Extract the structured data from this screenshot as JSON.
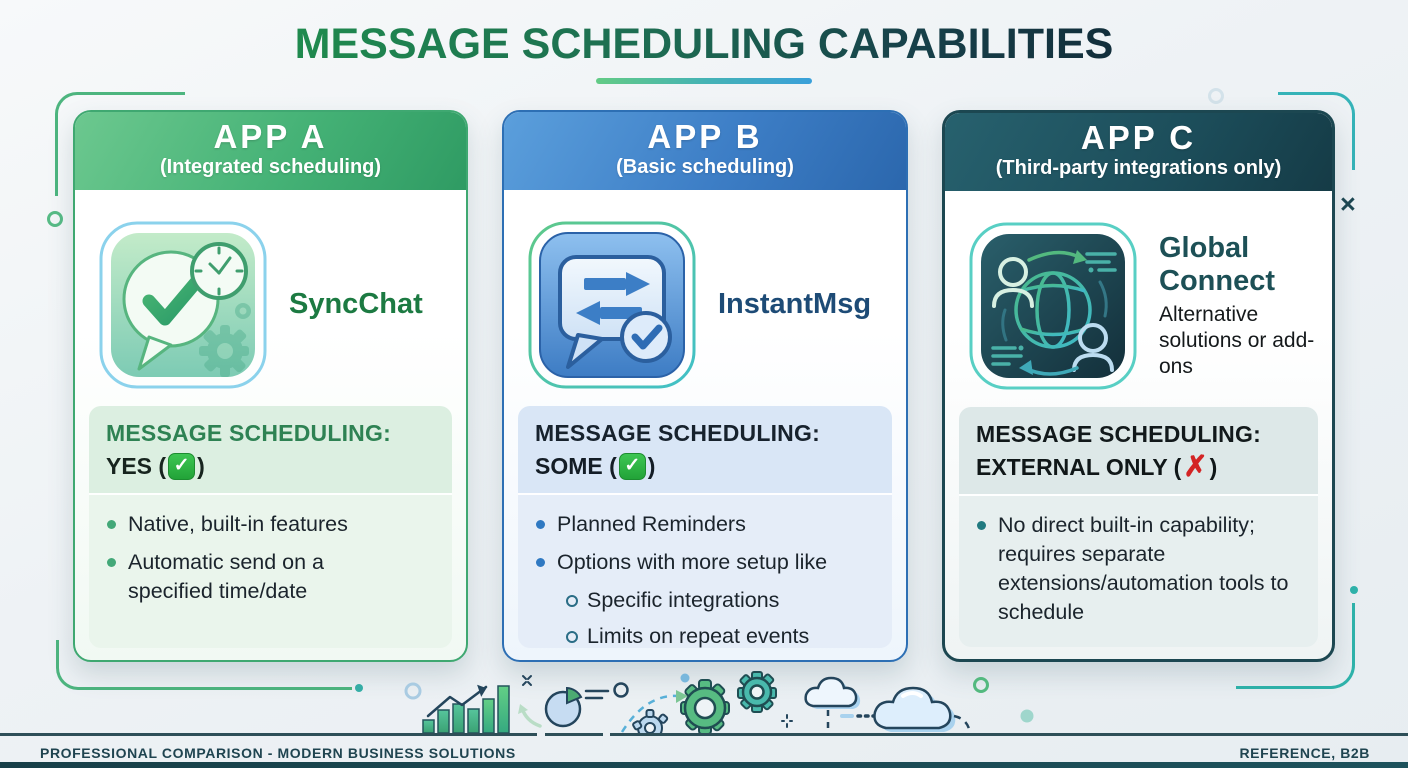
{
  "title": "MESSAGE SCHEDULING CAPABILITIES",
  "decor": {
    "close_mark": "×"
  },
  "cards": [
    {
      "header_title": "APP A",
      "header_subtitle": "(Integrated scheduling)",
      "app_name": "SyncChat",
      "feature_label": "MESSAGE SCHEDULING:",
      "feature_value": "YES (",
      "feature_value_close": ")",
      "mark": "✓",
      "bullets": [
        {
          "text": "Native, built-in features",
          "level": 1
        },
        {
          "text": "Automatic send on a specified time/date",
          "level": 1
        }
      ]
    },
    {
      "header_title": "APP B",
      "header_subtitle": "(Basic scheduling)",
      "app_name": "InstantMsg",
      "feature_label": "MESSAGE SCHEDULING:",
      "feature_value": "SOME (",
      "feature_value_close": ")",
      "mark": "✓",
      "bullets": [
        {
          "text": "Planned Reminders",
          "level": 1
        },
        {
          "text": "Options with more setup like",
          "level": 1
        },
        {
          "text": "Specific integrations",
          "level": 2
        },
        {
          "text": "Limits on repeat events",
          "level": 2
        }
      ]
    },
    {
      "header_title": "APP C",
      "header_subtitle": "(Third-party integrations only)",
      "app_name": "Global Connect",
      "app_note": "Alternative solutions or add-ons",
      "feature_label": "MESSAGE SCHEDULING:",
      "feature_value": "EXTERNAL ONLY (",
      "feature_value_close": ")",
      "mark": "✗",
      "bullets": [
        {
          "text": "No direct built-in capability; requires separate extensions/automation tools to schedule",
          "level": 1
        }
      ]
    }
  ],
  "footer": {
    "left": "PROFESSIONAL COMPARISON - MODERN BUSINESS SOLUTIONS",
    "right": "REFERENCE, B2B"
  },
  "colors": {
    "app_a_accent": "#3fa871",
    "app_b_accent": "#2d6fb4",
    "app_c_accent": "#1c4751",
    "check_green": "#2fae44",
    "cross_red": "#d32424"
  }
}
